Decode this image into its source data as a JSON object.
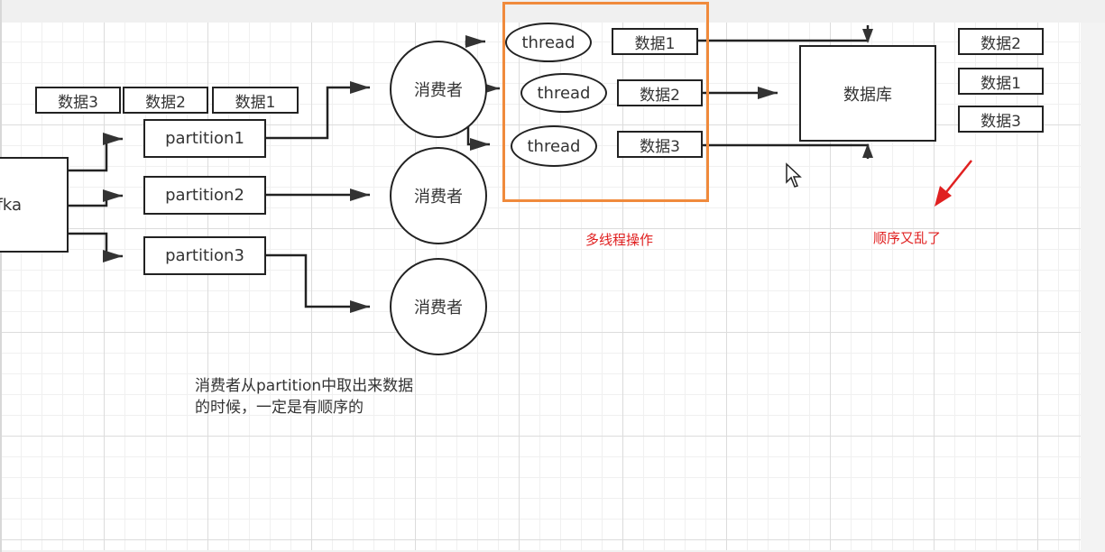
{
  "kafka": {
    "label": "fka"
  },
  "queue_data": [
    "数据3",
    "数据2",
    "数据1"
  ],
  "partitions": [
    "partition1",
    "partition2",
    "partition3"
  ],
  "consumers": [
    "消费者",
    "消费者",
    "消费者"
  ],
  "threads": [
    "thread",
    "thread",
    "thread"
  ],
  "thread_data": [
    "数据1",
    "数据2",
    "数据3"
  ],
  "database": {
    "label": "数据库"
  },
  "db_result": [
    "数据2",
    "数据1",
    "数据3"
  ],
  "annotations": {
    "multithread": "多线程操作",
    "disorder": "顺序又乱了",
    "note": "消费者从partition中取出来数据的时候，一定是有顺序的"
  },
  "colors": {
    "frame": "#f08a3c",
    "annotation": "#e02020",
    "stroke": "#222222"
  }
}
